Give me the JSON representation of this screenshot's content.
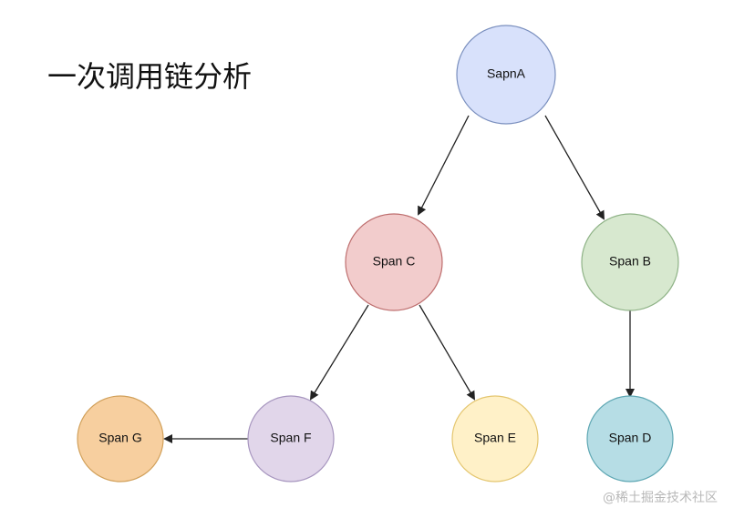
{
  "title": "一次调用链分析",
  "watermark": "@稀土掘金技术社区",
  "nodes": {
    "span_a": {
      "label": "SapnA",
      "fill": "#d8e1fb",
      "stroke": "#7a8fbe"
    },
    "span_b": {
      "label": "Span B",
      "fill": "#d7e8cf",
      "stroke": "#8fb387"
    },
    "span_c": {
      "label": "Span C",
      "fill": "#f2cccc",
      "stroke": "#be6e6e"
    },
    "span_d": {
      "label": "Span D",
      "fill": "#b6dde5",
      "stroke": "#5ea7b3"
    },
    "span_e": {
      "label": "Span E",
      "fill": "#fff1c8",
      "stroke": "#e4c66f"
    },
    "span_f": {
      "label": "Span F",
      "fill": "#e1d6ea",
      "stroke": "#a796bf"
    },
    "span_g": {
      "label": "Span G",
      "fill": "#f7cf9f",
      "stroke": "#d1a05a"
    }
  },
  "edges": [
    {
      "from": "SapnA",
      "to": "Span C"
    },
    {
      "from": "SapnA",
      "to": "Span B"
    },
    {
      "from": "Span C",
      "to": "Span F"
    },
    {
      "from": "Span C",
      "to": "Span E"
    },
    {
      "from": "Span B",
      "to": "Span D"
    },
    {
      "from": "Span F",
      "to": "Span G"
    }
  ]
}
